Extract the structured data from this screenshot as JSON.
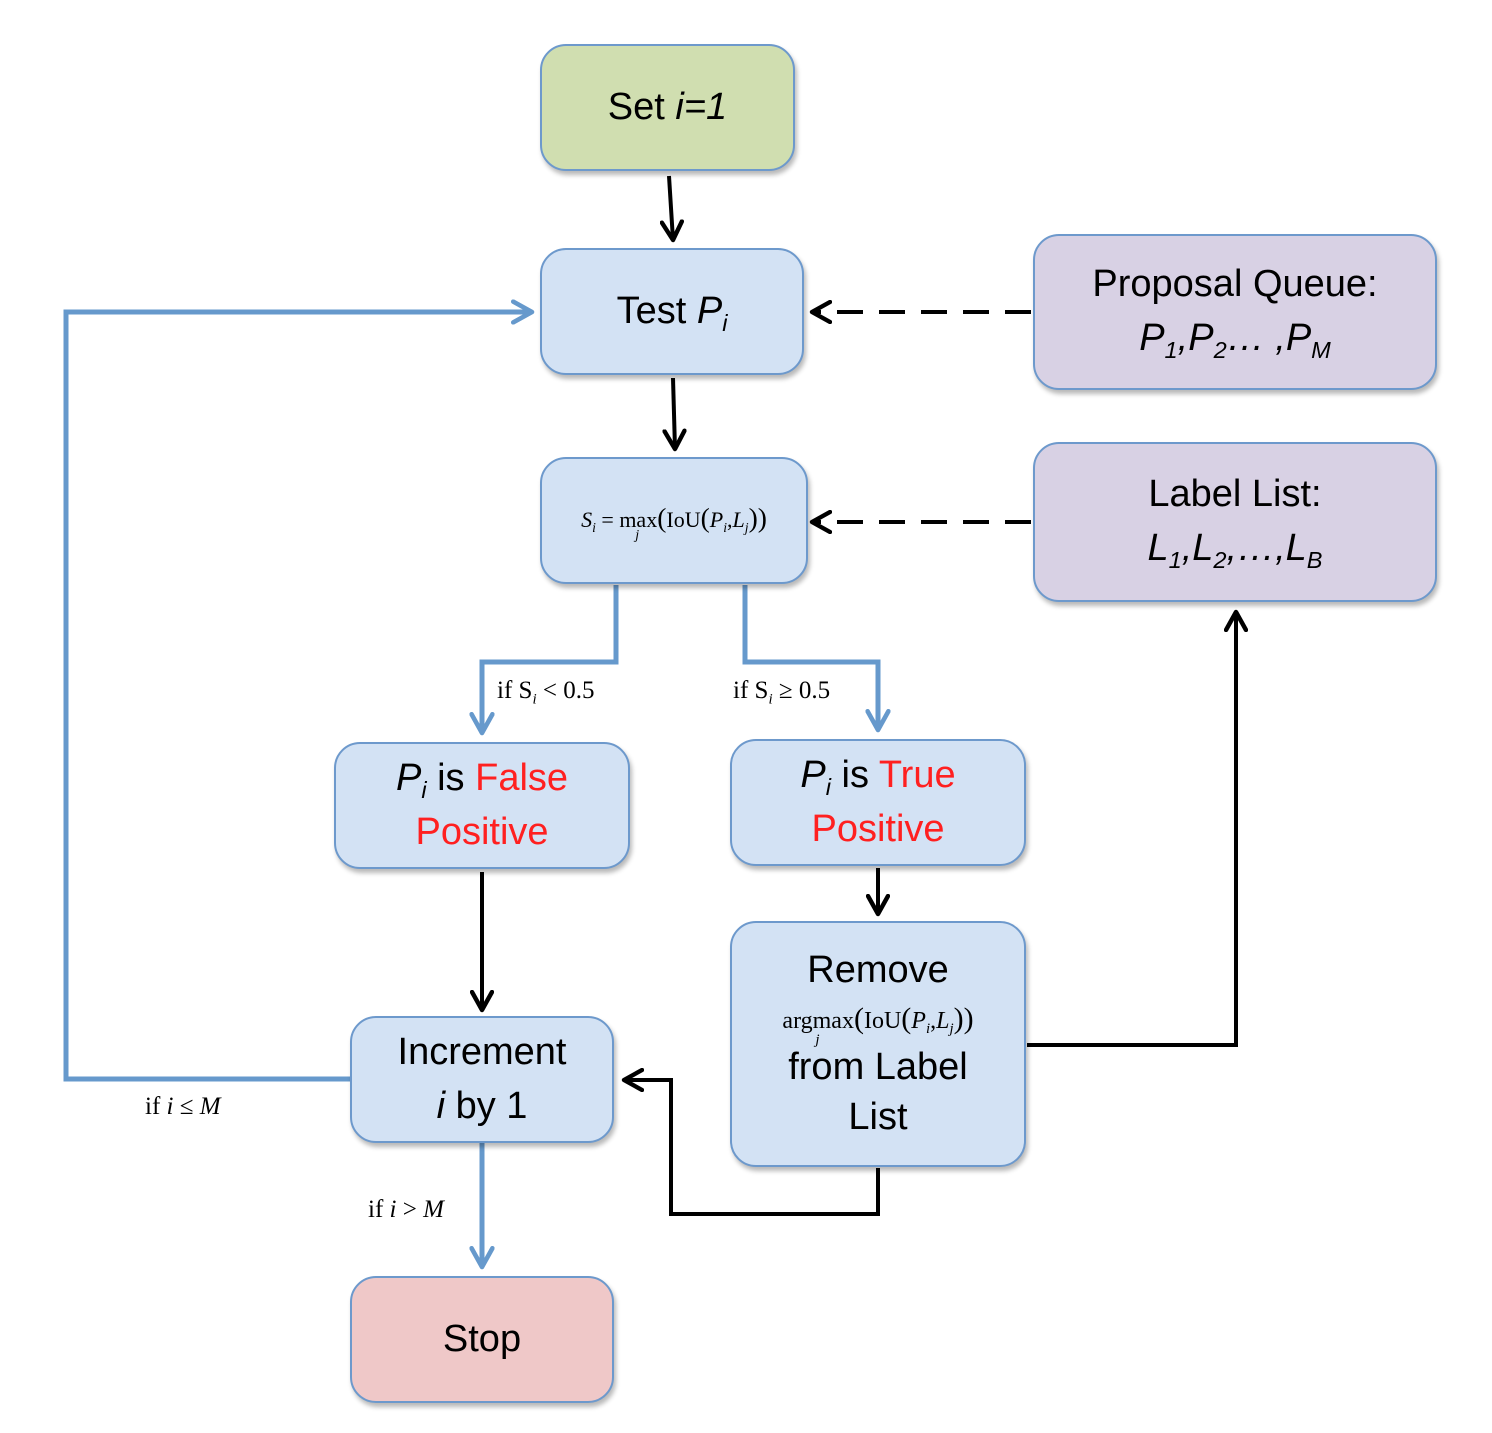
{
  "diagram": {
    "type": "flowchart",
    "colors": {
      "start_fill": "#d0deb0",
      "process_fill": "#d3e2f4",
      "source_fill": "#d8d1e4",
      "stop_fill": "#efc8c8",
      "border": "#6d99cc",
      "conditional_edge": "#6699cc",
      "edge": "#000000",
      "highlight_text": "#ff2020"
    },
    "nodes": {
      "start": {
        "text": "Set ",
        "var": "i=1"
      },
      "test": {
        "text": "Test ",
        "var": "P",
        "sub": "i"
      },
      "score": {
        "lhs": "S",
        "lhs_sub": "i",
        "eq": "=",
        "op": "max",
        "op_sub": "j",
        "fn": "IoU",
        "arg1": "P",
        "arg1_sub": "i",
        "arg2": "L",
        "arg2_sub": "j"
      },
      "proposal_queue": {
        "title": "Proposal Queue:",
        "items": [
          {
            "v": "P",
            "s": "1"
          },
          {
            "v": "P",
            "s": "2"
          },
          {
            "v": "P",
            "s": "M"
          }
        ],
        "sep1": ",",
        "sep2": "… ,"
      },
      "label_list": {
        "title": "Label List:",
        "items": [
          {
            "v": "L",
            "s": "1"
          },
          {
            "v": "L",
            "s": "2"
          },
          {
            "v": "L",
            "s": "B"
          }
        ],
        "sep1": ",",
        "sep2": ",…,"
      },
      "false_positive": {
        "var": "P",
        "sub": "i",
        "mid": " is ",
        "red1": "False",
        "red2": "Positive"
      },
      "true_positive": {
        "var": "P",
        "sub": "i",
        "mid": " is ",
        "red1": "True",
        "red2": "Positive"
      },
      "remove": {
        "line1": "Remove",
        "op": "argmax",
        "op_sub": "j",
        "fn": "IoU",
        "arg1": "P",
        "arg1_sub": "i",
        "arg2": "L",
        "arg2_sub": "j",
        "line3": "from Label",
        "line4": "List"
      },
      "increment": {
        "line1": "Increment",
        "var": "i",
        "rest": " by 1"
      },
      "stop": {
        "text": "Stop"
      }
    },
    "edge_labels": {
      "false_branch": {
        "pre": "if S",
        "sub": "i",
        "post": " < 0.5"
      },
      "true_branch": {
        "pre": "if S",
        "sub": "i",
        "post": " ≥ 0.5"
      },
      "loop_back": {
        "pre": "if ",
        "var": "i",
        "post": " ≤ ",
        "var2": "M"
      },
      "terminate": {
        "pre": "if ",
        "var": "i",
        "post": " > ",
        "var2": "M"
      }
    },
    "edges": [
      {
        "from": "start",
        "to": "test",
        "style": "solid-black"
      },
      {
        "from": "proposal_queue",
        "to": "test",
        "style": "dashed-black"
      },
      {
        "from": "test",
        "to": "score",
        "style": "solid-black"
      },
      {
        "from": "label_list",
        "to": "score",
        "style": "dashed-black"
      },
      {
        "from": "score",
        "to": "false_positive",
        "style": "blue",
        "label": "false_branch"
      },
      {
        "from": "score",
        "to": "true_positive",
        "style": "blue",
        "label": "true_branch"
      },
      {
        "from": "false_positive",
        "to": "increment",
        "style": "solid-black"
      },
      {
        "from": "true_positive",
        "to": "remove",
        "style": "solid-black"
      },
      {
        "from": "remove",
        "to": "label_list",
        "style": "solid-black"
      },
      {
        "from": "remove",
        "to": "increment",
        "style": "solid-black"
      },
      {
        "from": "increment",
        "to": "test",
        "style": "blue",
        "label": "loop_back"
      },
      {
        "from": "increment",
        "to": "stop",
        "style": "blue",
        "label": "terminate"
      }
    ]
  }
}
